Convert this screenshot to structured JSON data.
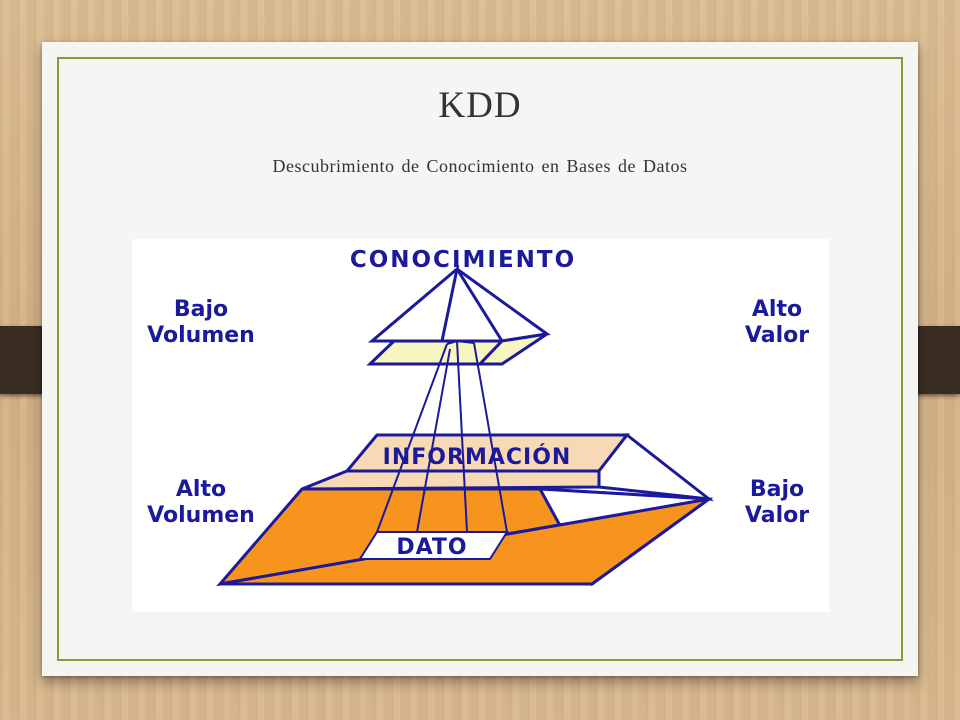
{
  "slide": {
    "title": "KDD",
    "subtitle": "Descubrimiento de Conocimiento en Bases de Datos"
  },
  "diagram": {
    "top_label": "CONOCIMIENTO",
    "middle_label": "INFORMACIÓN",
    "bottom_label": "DATO",
    "upper_left": [
      "Bajo",
      "Volumen"
    ],
    "upper_right": [
      "Alto",
      "Valor"
    ],
    "lower_left": [
      "Alto",
      "Volumen"
    ],
    "lower_right": [
      "Bajo",
      "Valor"
    ]
  },
  "colors": {
    "wood": "#d9b98f",
    "frame": "#8a9a3a",
    "diagram_blue": "#1a1a9a",
    "top_fill": "#f7f5c0",
    "middle_fill": "#f8d9b5",
    "bottom_fill": "#f7941d"
  }
}
